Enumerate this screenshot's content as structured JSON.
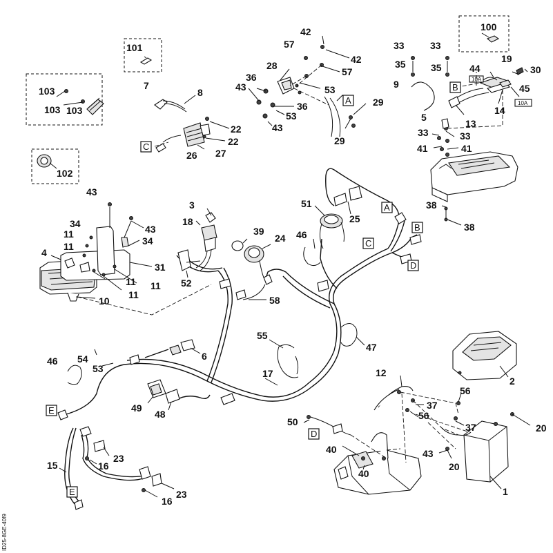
{
  "code": "ID25-8GE-40f9",
  "labels": [
    {
      "id": "l100",
      "text": "100"
    },
    {
      "id": "l101",
      "text": "101"
    },
    {
      "id": "l103a",
      "text": "103"
    },
    {
      "id": "l103b",
      "text": "103"
    },
    {
      "id": "l103c",
      "text": "103"
    },
    {
      "id": "l102",
      "text": "102"
    },
    {
      "id": "l42a",
      "text": "42"
    },
    {
      "id": "l42b",
      "text": "42"
    },
    {
      "id": "l57a",
      "text": "57"
    },
    {
      "id": "l57b",
      "text": "57"
    },
    {
      "id": "l28",
      "text": "28"
    },
    {
      "id": "l36a",
      "text": "36"
    },
    {
      "id": "l36b",
      "text": "36"
    },
    {
      "id": "l43a",
      "text": "43"
    },
    {
      "id": "l43b",
      "text": "43"
    },
    {
      "id": "l53a",
      "text": "53"
    },
    {
      "id": "l53b",
      "text": "53"
    },
    {
      "id": "l29a",
      "text": "29"
    },
    {
      "id": "l29b",
      "text": "29"
    },
    {
      "id": "l7",
      "text": "7"
    },
    {
      "id": "l8",
      "text": "8"
    },
    {
      "id": "l22a",
      "text": "22"
    },
    {
      "id": "l22b",
      "text": "22"
    },
    {
      "id": "l26",
      "text": "26"
    },
    {
      "id": "l27",
      "text": "27"
    },
    {
      "id": "l33a",
      "text": "33"
    },
    {
      "id": "l33b",
      "text": "33"
    },
    {
      "id": "l35a",
      "text": "35"
    },
    {
      "id": "l35b",
      "text": "35"
    },
    {
      "id": "l19",
      "text": "19"
    },
    {
      "id": "l30",
      "text": "30"
    },
    {
      "id": "l44",
      "text": "44"
    },
    {
      "id": "l45",
      "text": "45"
    },
    {
      "id": "l9",
      "text": "9"
    },
    {
      "id": "l14",
      "text": "14"
    },
    {
      "id": "l13",
      "text": "13"
    },
    {
      "id": "l5",
      "text": "5"
    },
    {
      "id": "l33c",
      "text": "33"
    },
    {
      "id": "l33d",
      "text": "33"
    },
    {
      "id": "l41a",
      "text": "41"
    },
    {
      "id": "l41b",
      "text": "41"
    },
    {
      "id": "l38a",
      "text": "38"
    },
    {
      "id": "l38b",
      "text": "38"
    },
    {
      "id": "l43c",
      "text": "43"
    },
    {
      "id": "l43d",
      "text": "43"
    },
    {
      "id": "l34a",
      "text": "34"
    },
    {
      "id": "l34b",
      "text": "34"
    },
    {
      "id": "l11a",
      "text": "11"
    },
    {
      "id": "l11b",
      "text": "11"
    },
    {
      "id": "l11c",
      "text": "11"
    },
    {
      "id": "l11d",
      "text": "11"
    },
    {
      "id": "l11e",
      "text": "11"
    },
    {
      "id": "l4",
      "text": "4"
    },
    {
      "id": "l31",
      "text": "31"
    },
    {
      "id": "l10",
      "text": "10"
    },
    {
      "id": "l3",
      "text": "3"
    },
    {
      "id": "l18",
      "text": "18"
    },
    {
      "id": "l52",
      "text": "52"
    },
    {
      "id": "l39",
      "text": "39"
    },
    {
      "id": "l24",
      "text": "24"
    },
    {
      "id": "l58",
      "text": "58"
    },
    {
      "id": "l51",
      "text": "51"
    },
    {
      "id": "l25",
      "text": "25"
    },
    {
      "id": "l46a",
      "text": "46"
    },
    {
      "id": "l46b",
      "text": "46"
    },
    {
      "id": "l55",
      "text": "55"
    },
    {
      "id": "l47",
      "text": "47"
    },
    {
      "id": "l17",
      "text": "17"
    },
    {
      "id": "l54",
      "text": "54"
    },
    {
      "id": "l53c",
      "text": "53"
    },
    {
      "id": "l6",
      "text": "6"
    },
    {
      "id": "l49",
      "text": "49"
    },
    {
      "id": "l48",
      "text": "48"
    },
    {
      "id": "l2",
      "text": "2"
    },
    {
      "id": "l12",
      "text": "12"
    },
    {
      "id": "l56a",
      "text": "56"
    },
    {
      "id": "l56b",
      "text": "56"
    },
    {
      "id": "l37a",
      "text": "37"
    },
    {
      "id": "l37b",
      "text": "37"
    },
    {
      "id": "l20a",
      "text": "20"
    },
    {
      "id": "l20b",
      "text": "20"
    },
    {
      "id": "l50",
      "text": "50"
    },
    {
      "id": "l40a",
      "text": "40"
    },
    {
      "id": "l40b",
      "text": "40"
    },
    {
      "id": "l43e",
      "text": "43"
    },
    {
      "id": "l1",
      "text": "1"
    },
    {
      "id": "l15",
      "text": "15"
    },
    {
      "id": "l16a",
      "text": "16"
    },
    {
      "id": "l16b",
      "text": "16"
    },
    {
      "id": "l23a",
      "text": "23"
    },
    {
      "id": "l23b",
      "text": "23"
    }
  ],
  "letters": [
    {
      "id": "bA1",
      "text": "A"
    },
    {
      "id": "bA2",
      "text": "A"
    },
    {
      "id": "bB1",
      "text": "B"
    },
    {
      "id": "bB2",
      "text": "B"
    },
    {
      "id": "bC1",
      "text": "C"
    },
    {
      "id": "bC2",
      "text": "C"
    },
    {
      "id": "bD1",
      "text": "D"
    },
    {
      "id": "bD2",
      "text": "D"
    },
    {
      "id": "bE1",
      "text": "E"
    },
    {
      "id": "bE2",
      "text": "E"
    }
  ],
  "fuse_labels": {
    "f44": "10A",
    "f45": "10A"
  }
}
